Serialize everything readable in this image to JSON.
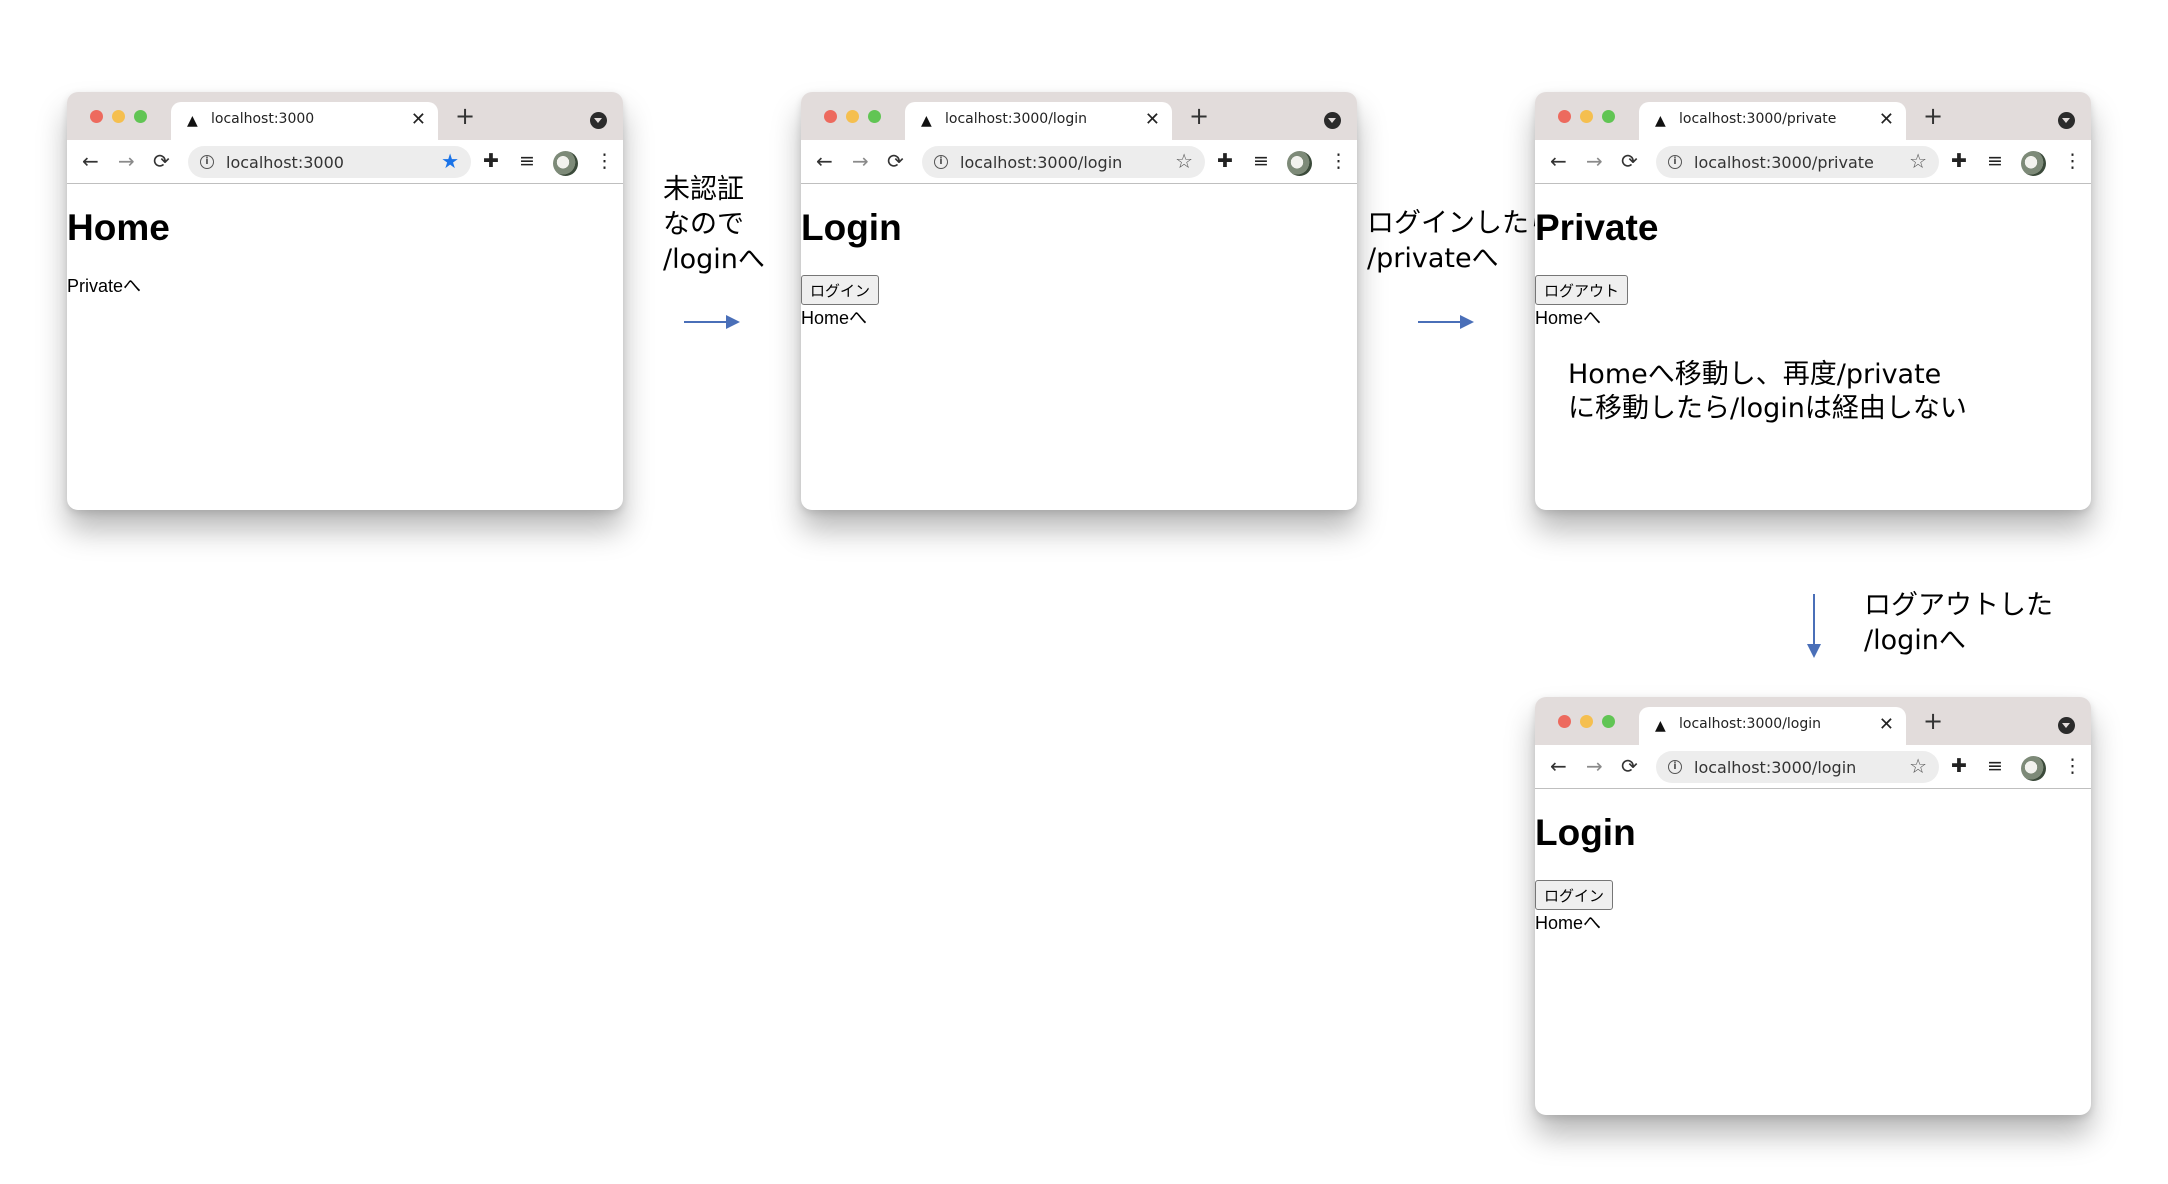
{
  "colors": {
    "light_close": "#ed6a5e",
    "light_minimize": "#f5bf4f",
    "light_zoom": "#61c554",
    "arrow": "#4a6fb8",
    "star_active": "#1a73e8"
  },
  "icons": {
    "favicon": "▲",
    "close": "✕",
    "new_tab": "+",
    "back": "←",
    "forward": "→",
    "reload": "⟳",
    "info": "i",
    "star_filled": "★",
    "star_outline": "☆",
    "extensions": "✚",
    "reading_list": "≡",
    "menu": "⋮"
  },
  "windows": {
    "home": {
      "tab_title": "localhost:3000",
      "url": "localhost:3000",
      "bookmarked": true,
      "heading": "Home",
      "link": "Privateへ"
    },
    "login": {
      "tab_title": "localhost:3000/login",
      "url": "localhost:3000/login",
      "bookmarked": false,
      "heading": "Login",
      "button": "ログイン",
      "link": "Homeへ"
    },
    "private": {
      "tab_title": "localhost:3000/private",
      "url": "localhost:3000/private",
      "bookmarked": false,
      "heading": "Private",
      "button": "ログアウト",
      "link": "Homeへ",
      "note": "Homeへ移動し、再度/private\nに移動したら/loginは経由しない"
    },
    "login_after_logout": {
      "tab_title": "localhost:3000/login",
      "url": "localhost:3000/login",
      "bookmarked": false,
      "heading": "Login",
      "button": "ログイン",
      "link": "Homeへ"
    }
  },
  "captions": {
    "home_to_login": "未認証\nなので\n/loginへ",
    "login_to_private": "ログインしたら\n/privateへ",
    "private_to_login": "ログアウトした\n/loginへ"
  }
}
